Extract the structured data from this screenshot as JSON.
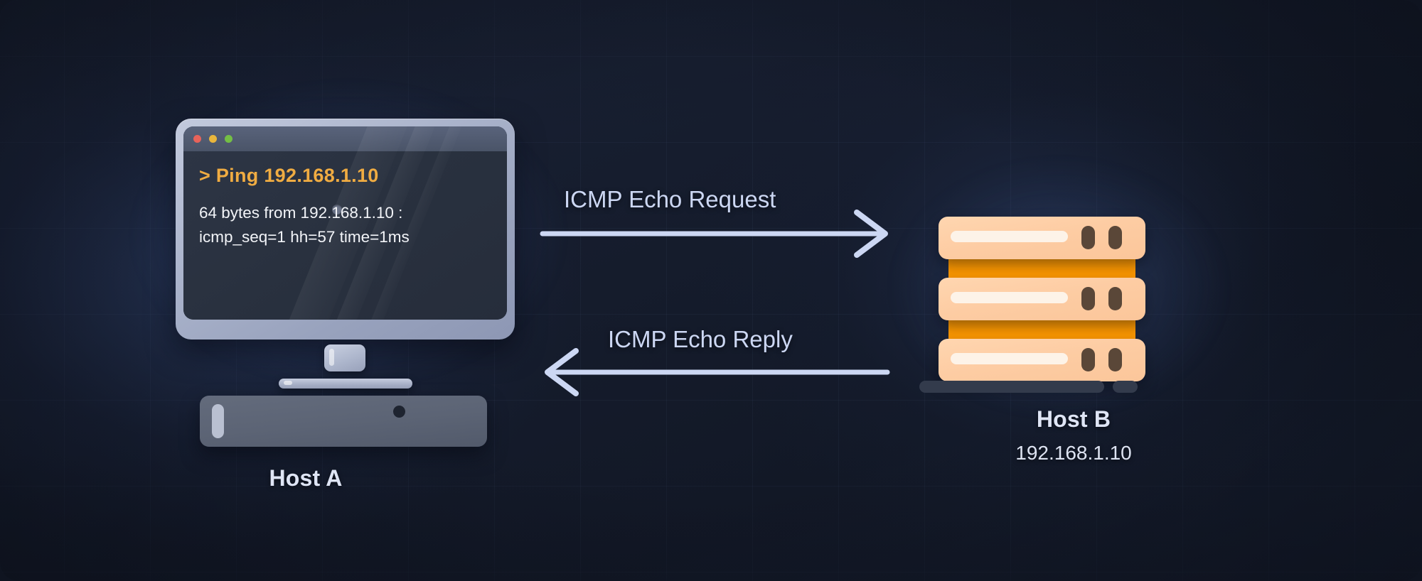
{
  "diagram": {
    "title": "ICMP ping exchange between two hosts",
    "background_color": "#151b2b",
    "accent_color": "#f0ac42",
    "arrow_color": "#ccd7f3",
    "server_color": "#fdcca3",
    "server_accent_color": "#fd9800"
  },
  "host_a": {
    "label": "Host A",
    "device": "desktop-computer",
    "terminal": {
      "window_dots": [
        "red",
        "amber",
        "green"
      ],
      "prompt": "> Ping 192.168.1.10",
      "output": "64 bytes from 192.168.1.10 : icmp_seq=1 hh=57 time=1ms",
      "prompt_color": "#f0ac42",
      "output_color": "#f2f4f8"
    }
  },
  "host_b": {
    "label": "Host B",
    "ip": "192.168.1.10",
    "device": "server-stack",
    "unit_count": 3
  },
  "arrows": [
    {
      "label": "ICMP Echo Request",
      "direction": "right",
      "from": "Host A",
      "to": "Host B"
    },
    {
      "label": "ICMP Echo Reply",
      "direction": "left",
      "from": "Host B",
      "to": "Host A"
    }
  ]
}
